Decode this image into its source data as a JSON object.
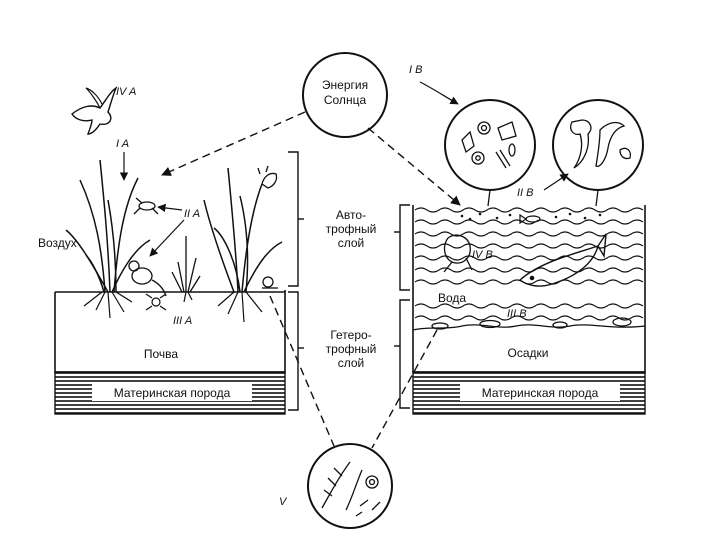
{
  "center": {
    "sun_line1": "Энергия",
    "sun_line2": "Солнца"
  },
  "levels": {
    "iv_a": "IV A",
    "i_a": "I A",
    "ii_a": "II A",
    "iii_a": "III A",
    "i_b": "I B",
    "ii_b": "II B",
    "iv_b": "IV B",
    "iii_b": "III B",
    "v": "V"
  },
  "layers": {
    "auto_1": "Авто-",
    "auto_2": "трофный",
    "auto_3": "слой",
    "hetero_1": "Гетеро-",
    "hetero_2": "трофный",
    "hetero_3": "слой"
  },
  "land": {
    "air": "Воздух",
    "soil": "Почва",
    "bedrock": "Материнская порода"
  },
  "water": {
    "water": "Вода",
    "sediments": "Осадки",
    "bedrock": "Материнская порода"
  },
  "colors": {
    "ink": "#111111",
    "background": "#ffffff"
  }
}
